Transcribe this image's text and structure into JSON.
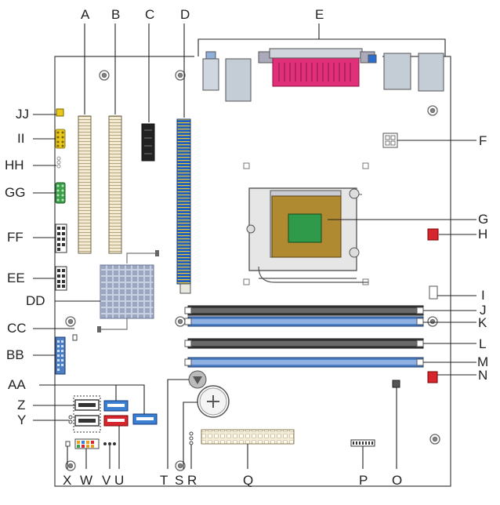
{
  "labels": {
    "A": "A",
    "B": "B",
    "C": "C",
    "D": "D",
    "E": "E",
    "F": "F",
    "G": "G",
    "H": "H",
    "I": "I",
    "J": "J",
    "K": "K",
    "L": "L",
    "M": "M",
    "N": "N",
    "O": "O",
    "P": "P",
    "Q": "Q",
    "R": "R",
    "S": "S",
    "T": "T",
    "U": "U",
    "V": "V",
    "W": "W",
    "X": "X",
    "Y": "Y",
    "Z": "Z",
    "AA": "AA",
    "BB": "BB",
    "CC": "CC",
    "DD": "DD",
    "EE": "EE",
    "FF": "FF",
    "GG": "GG",
    "HH": "HH",
    "II": "II",
    "JJ": "JJ"
  },
  "colors": {
    "board_outline": "#444444",
    "pci_slot": "#f2ead2",
    "pcie_slot": "#1e5fc0",
    "pcie_x1": "#222222",
    "dimm_black": "#333333",
    "dimm_blue": "#4d7fc4",
    "socket_chip": "#2e9a4a",
    "parallel_port": "#e0307a",
    "sata_blue": "#3a7fd0",
    "sata_red": "#d8262e",
    "header_yellow": "#e8c81a",
    "header_green": "#3ca14a",
    "fan_red": "#d8262e",
    "heatsink": "#a8b4cc"
  }
}
